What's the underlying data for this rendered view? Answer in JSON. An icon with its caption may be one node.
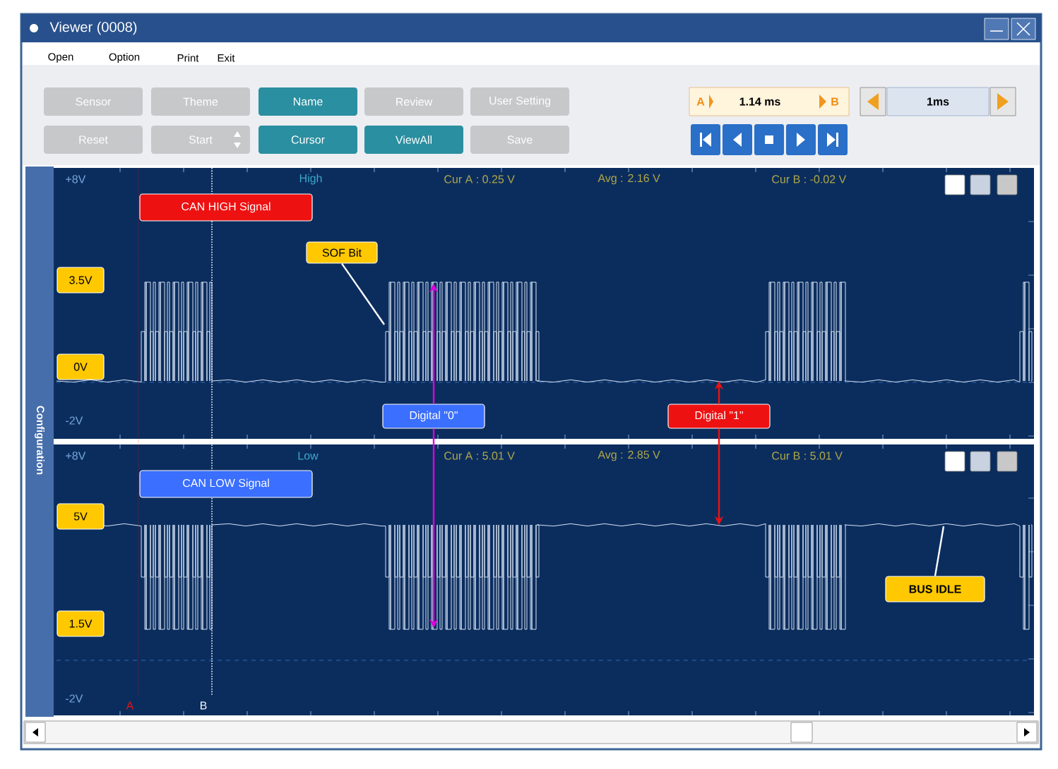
{
  "diagram": {
    "nodes": [
      {
        "text": [
          "CAN HIGH Signal"
        ]
      },
      {
        "text": [
          "SOF Bit"
        ]
      },
      {
        "text": [
          "3.5V"
        ]
      },
      {
        "text": [
          "0V"
        ]
      },
      {
        "text": [
          "Digital  \"0\""
        ]
      },
      {
        "text": [
          "Digital  \"1\""
        ]
      },
      {
        "text": [
          "CAN LOW Signal"
        ]
      },
      {
        "text": [
          "5V"
        ]
      },
      {
        "text": [
          "1.5V"
        ]
      },
      {
        "text": [
          "BUS IDLE"
        ]
      }
    ],
    "edges": [
      {
        "from": 1,
        "to": null,
        "arrow": "none",
        "color": "#ffffff"
      },
      {
        "from": 4,
        "to": null,
        "arrow": "to",
        "color": "#e000e0"
      },
      {
        "from": 4,
        "to": null,
        "arrow": "to",
        "color": "#e000e0"
      },
      {
        "from": 5,
        "to": null,
        "arrow": "to",
        "color": "#ee1111"
      },
      {
        "from": 5,
        "to": null,
        "arrow": "to",
        "color": "#ee1111"
      },
      {
        "from": 9,
        "to": null,
        "arrow": "none",
        "color": "#ffffff"
      }
    ],
    "labels": [
      "Viewer (0008)",
      "Open",
      "Option",
      "Print",
      "Exit",
      "Sensor",
      "Theme",
      "Name",
      "Review",
      "User Setting",
      "Reset",
      "Start",
      "Cursor",
      "ViewAll",
      "Save",
      "A",
      "1.14 ms",
      "B",
      "1ms",
      "Configuration",
      "+8V",
      "High",
      "Cur A : 0.25 V",
      "Avg : 2.16 V",
      "Cur B : -0.02 V",
      "-2V",
      "+8V",
      "Low",
      "Cur A : 5.01 V",
      "Avg : 2.85 V",
      "Cur B : 5.01 V",
      "-2V",
      "A",
      "B"
    ]
  }
}
